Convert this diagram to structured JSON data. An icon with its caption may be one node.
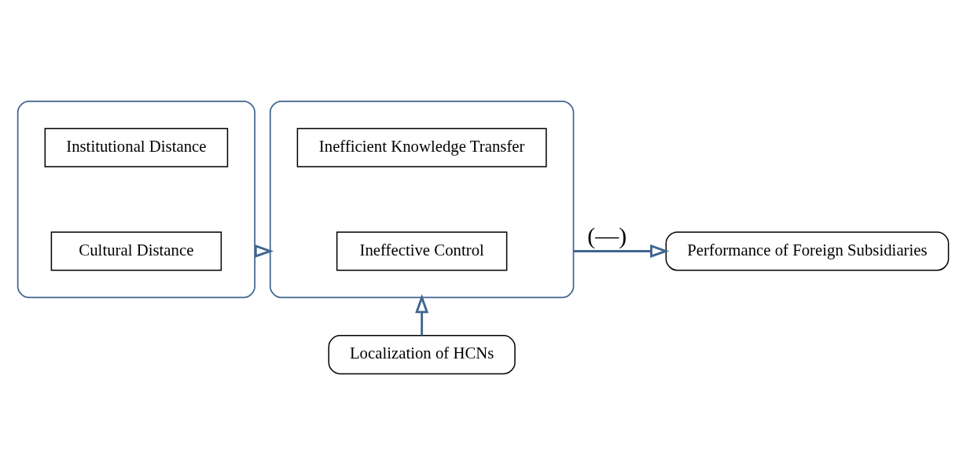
{
  "diagram": {
    "nodes": [
      {
        "text": [
          "Localization of HCNs"
        ]
      },
      {
        "text": [],
        "shape": "box"
      },
      {
        "text": [
          "Cultural Distance"
        ],
        "in": 1
      },
      {
        "text": [
          "Institutional Distance"
        ],
        "in": 1
      },
      {
        "text": [],
        "shape": "box"
      },
      {
        "text": [
          "Ineffective Control"
        ],
        "in": 4
      },
      {
        "text": [
          "Inefficient Knowledge Transfer"
        ],
        "in": 4
      },
      {
        "text": [
          "Performance of Foreign Subsidiaries"
        ]
      }
    ],
    "edges": [
      {
        "from": 0,
        "to": 4,
        "arrow": "to"
      },
      {
        "from": 1,
        "to": 4,
        "arrow": "to",
        "style": "dashed"
      },
      {
        "from": 4,
        "to": 7,
        "arrow": "to",
        "label": "(—)"
      }
    ]
  }
}
